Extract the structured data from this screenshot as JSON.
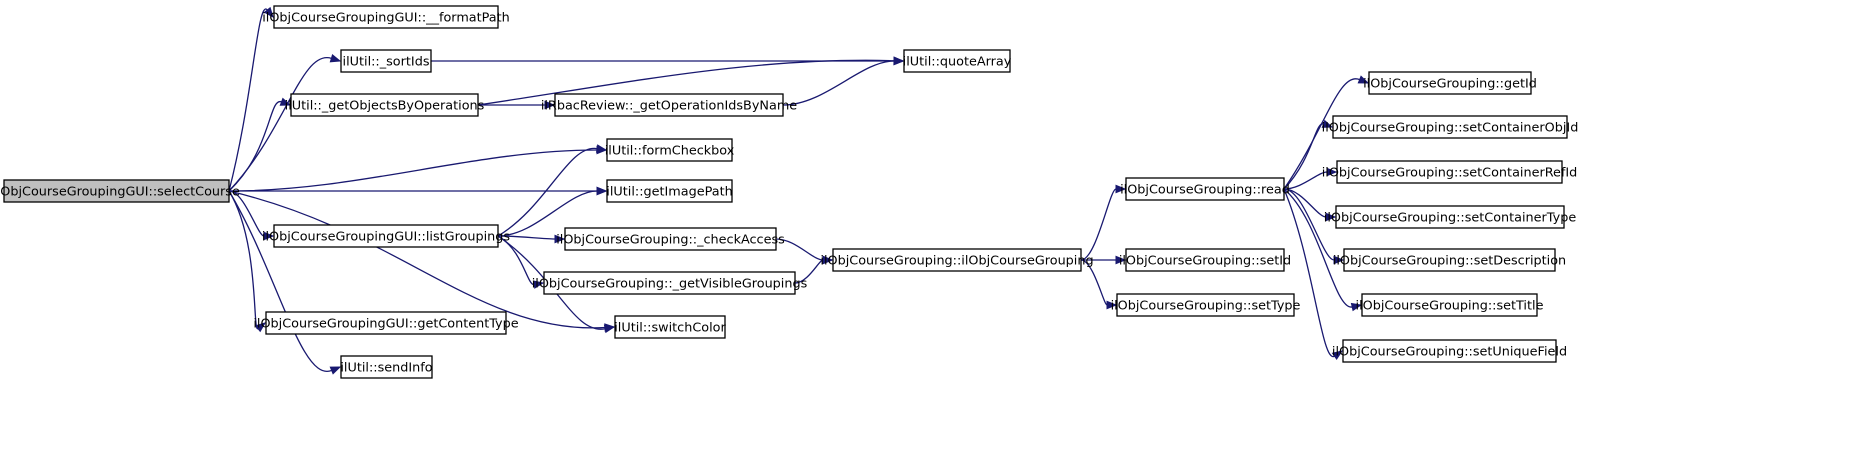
{
  "graph": {
    "colors": {
      "edge": "#191970",
      "root_fill": "#bfbfbf",
      "node_fill": "#ffffff",
      "node_border": "#000000"
    },
    "nodes": [
      {
        "id": "n0",
        "label": "ilObjCourseGroupingGUI::selectCourse",
        "root": true
      },
      {
        "id": "n1",
        "label": "ilObjCourseGroupingGUI::__formatPath"
      },
      {
        "id": "n2",
        "label": "ilUtil::_sortIds"
      },
      {
        "id": "n3",
        "label": "ilUtil::quoteArray"
      },
      {
        "id": "n4",
        "label": "ilUtil::_getObjectsByOperations"
      },
      {
        "id": "n5",
        "label": "ilRbacReview::_getOperationIdsByName"
      },
      {
        "id": "n6",
        "label": "ilUtil::formCheckbox"
      },
      {
        "id": "n7",
        "label": "ilUtil::getImagePath"
      },
      {
        "id": "n8",
        "label": "ilObjCourseGroupingGUI::listGroupings"
      },
      {
        "id": "n9",
        "label": "ilObjCourseGrouping::_checkAccess"
      },
      {
        "id": "n10",
        "label": "ilObjCourseGrouping::ilObjCourseGrouping"
      },
      {
        "id": "n11",
        "label": "ilObjCourseGrouping::read"
      },
      {
        "id": "n12",
        "label": "ilObjCourseGrouping::getId"
      },
      {
        "id": "n13",
        "label": "ilObjCourseGrouping::setContainerObjId"
      },
      {
        "id": "n14",
        "label": "ilObjCourseGrouping::setContainerRefId"
      },
      {
        "id": "n15",
        "label": "ilObjCourseGrouping::setContainerType"
      },
      {
        "id": "n16",
        "label": "ilObjCourseGrouping::setDescription"
      },
      {
        "id": "n17",
        "label": "ilObjCourseGrouping::setTitle"
      },
      {
        "id": "n18",
        "label": "ilObjCourseGrouping::setUniqueField"
      },
      {
        "id": "n19",
        "label": "ilObjCourseGrouping::setId"
      },
      {
        "id": "n20",
        "label": "ilObjCourseGrouping::setType"
      },
      {
        "id": "n21",
        "label": "ilObjCourseGrouping::_getVisibleGroupings"
      },
      {
        "id": "n22",
        "label": "ilUtil::switchColor"
      },
      {
        "id": "n23",
        "label": "ilObjCourseGroupingGUI::getContentType"
      },
      {
        "id": "n24",
        "label": "ilUtil::sendInfo"
      }
    ],
    "edges": [
      [
        "n0",
        "n1"
      ],
      [
        "n0",
        "n2"
      ],
      [
        "n0",
        "n4"
      ],
      [
        "n0",
        "n6"
      ],
      [
        "n0",
        "n7"
      ],
      [
        "n0",
        "n8"
      ],
      [
        "n0",
        "n22"
      ],
      [
        "n0",
        "n23"
      ],
      [
        "n0",
        "n24"
      ],
      [
        "n2",
        "n3"
      ],
      [
        "n4",
        "n3"
      ],
      [
        "n4",
        "n5"
      ],
      [
        "n5",
        "n3"
      ],
      [
        "n8",
        "n6"
      ],
      [
        "n8",
        "n7"
      ],
      [
        "n8",
        "n9"
      ],
      [
        "n8",
        "n21"
      ],
      [
        "n8",
        "n22"
      ],
      [
        "n9",
        "n10"
      ],
      [
        "n21",
        "n10"
      ],
      [
        "n10",
        "n11"
      ],
      [
        "n10",
        "n19"
      ],
      [
        "n10",
        "n20"
      ],
      [
        "n11",
        "n12"
      ],
      [
        "n11",
        "n13"
      ],
      [
        "n11",
        "n14"
      ],
      [
        "n11",
        "n15"
      ],
      [
        "n11",
        "n16"
      ],
      [
        "n11",
        "n17"
      ],
      [
        "n11",
        "n18"
      ]
    ]
  }
}
